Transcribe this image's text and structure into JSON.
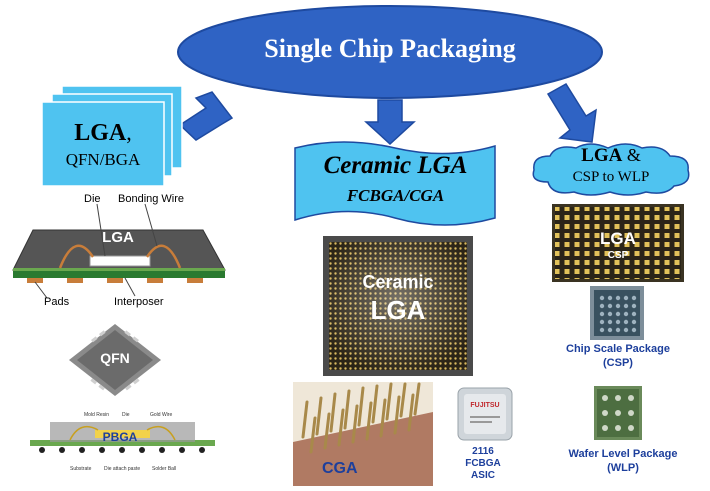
{
  "title": "Single Chip Packaging",
  "left": {
    "heading": "LGA",
    "heading_suffix": ",",
    "subheading": "QFN/BGA",
    "lga_diagram": {
      "die_label": "Die",
      "bonding_wire_label": "Bonding Wire",
      "center_label": "LGA",
      "pads_label": "Pads",
      "interposer_label": "Interposer"
    },
    "qfn_label": "QFN",
    "pbga_diagram": {
      "center_label": "PBGA",
      "top_labels": [
        "Mold Resin",
        "Die",
        "Gold Wire"
      ],
      "bottom_labels": [
        "Substrate",
        "Die attach paste",
        "Solder Ball"
      ]
    }
  },
  "center": {
    "heading": "Ceramic LGA",
    "subheading": "FCBGA/CGA",
    "chip_label_line1": "Ceramic",
    "chip_label_line2": "LGA",
    "cga_label": "CGA",
    "asic_brand": "FUJITSU",
    "asic_caption": [
      "2116",
      "FCBGA",
      "ASIC"
    ]
  },
  "right": {
    "heading": "LGA",
    "heading_suffix": " &",
    "subheading": "CSP to WLP",
    "lga_chip_label": "LGA",
    "lga_chip_sublabel": "CSP",
    "csp_caption": [
      "Chip Scale Package",
      "(CSP)"
    ],
    "wlp_caption": [
      "Wafer Level Package",
      "(WLP)"
    ]
  },
  "colors": {
    "ellipse": "#2f63c4",
    "arrow": "#2f63c4",
    "left_card": "#4fc3f0",
    "caption_blue": "#1d3f9c"
  }
}
